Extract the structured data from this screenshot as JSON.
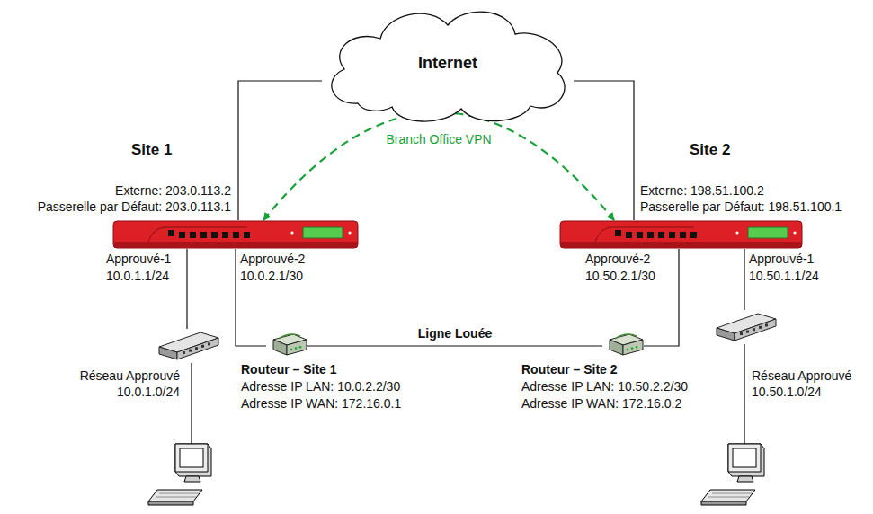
{
  "diagram": {
    "nodes": [
      {
        "text": [
          "Internet"
        ]
      },
      {
        "text": [
          "Site 1",
          "Externe: 203.0.113.2",
          "Passerelle par Défaut: 203.0.113.1"
        ]
      },
      {
        "text": [
          "Site 2",
          "Externe: 198.51.100.2",
          "Passerelle par Défaut: 198.51.100.1"
        ]
      },
      {
        "text": [
          "Réseau Approuvé 10.0.1.0/24"
        ]
      },
      {
        "text": [
          "Routeur – Site 1",
          "Adresse IP LAN: 10.0.2.2/30",
          "Adresse IP WAN: 172.16.0.1"
        ]
      },
      {
        "text": [
          "Routeur – Site 2",
          "Adresse IP LAN: 10.50.2.2/30",
          "Adresse IP WAN: 172.16.0.2"
        ]
      },
      {
        "text": [
          "Réseau Approuvé 10.50.1.0/24"
        ]
      }
    ],
    "edges": [
      {
        "from": 0,
        "to": 1,
        "arrow": "none"
      },
      {
        "from": 0,
        "to": 2,
        "arrow": "none"
      },
      {
        "from": 1,
        "to": 2,
        "label": "Branch Office VPN",
        "arrow": "both"
      },
      {
        "from": 1,
        "to": 3,
        "arrow": "none"
      },
      {
        "from": 1,
        "to": 4,
        "arrow": "none"
      },
      {
        "from": 4,
        "to": 5,
        "label": "Ligne Louée",
        "arrow": "none"
      },
      {
        "from": 5,
        "to": 2,
        "arrow": "none"
      },
      {
        "from": 2,
        "to": 6,
        "arrow": "none"
      }
    ],
    "labels": [
      "Approuvé-1 10.0.1.1/24",
      "Approuvé-2 10.0.2.1/30",
      "Approuvé-2 10.50.2.1/30",
      "Approuvé-1 10.50.1.1/24"
    ]
  }
}
